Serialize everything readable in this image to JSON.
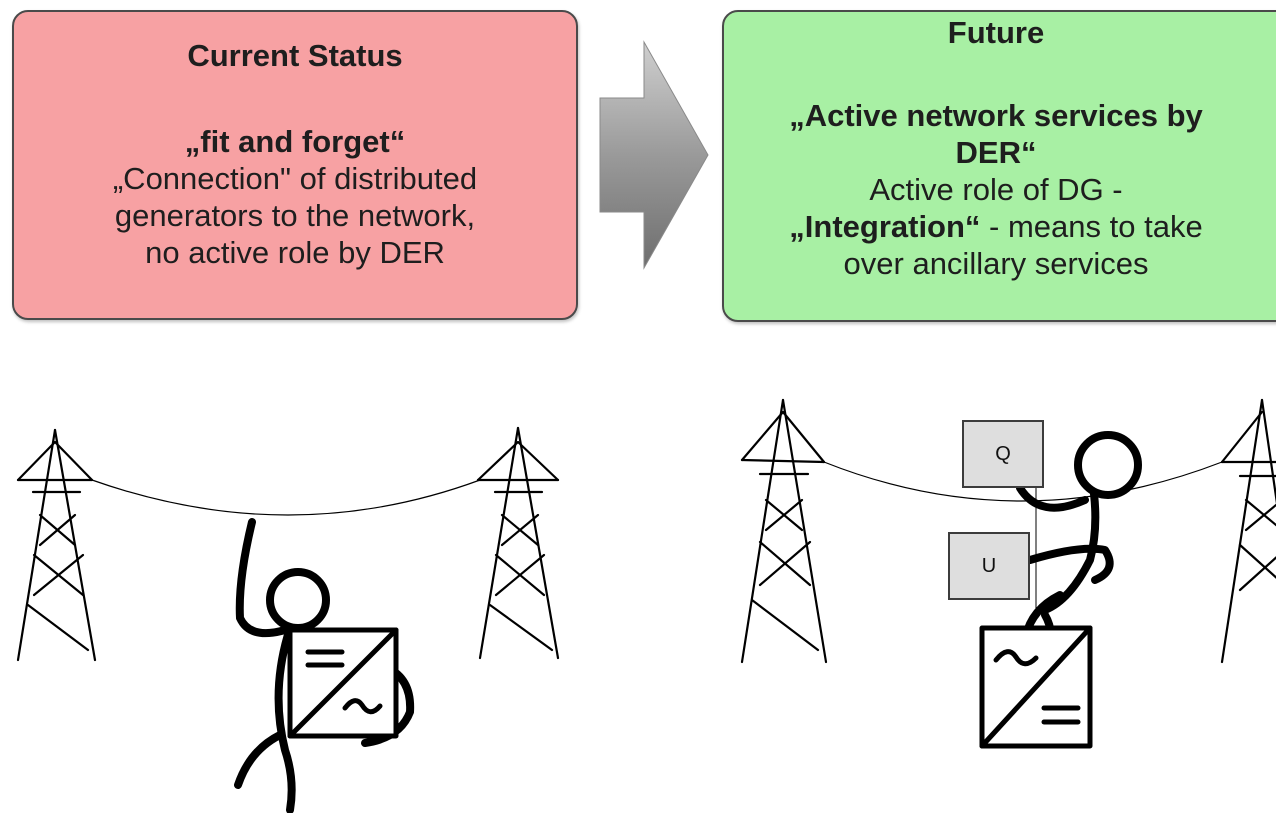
{
  "current": {
    "title": "Current Status",
    "quote": "„fit and forget“",
    "lines": [
      "„Connection\" of distributed",
      "generators to the network,",
      "no active role by DER"
    ]
  },
  "future": {
    "title": "Future",
    "quote_lines": [
      "„Active network services by",
      "DER“"
    ],
    "line1": "Active role of DG -",
    "integration_bold": "„Integration“",
    "integration_rest": " - means to take",
    "line3": "over ancillary services"
  },
  "labels": {
    "q": "Q",
    "u": "U"
  },
  "colors": {
    "current_fill": "#f7a1a3",
    "future_fill": "#a8f0a4",
    "arrow_gradient": [
      "#e0e0e0",
      "#7a7a7a"
    ]
  },
  "icons": [
    "transmission-tower-icon",
    "stick-figure-icon",
    "inverter-icon",
    "arrow-right-icon"
  ]
}
